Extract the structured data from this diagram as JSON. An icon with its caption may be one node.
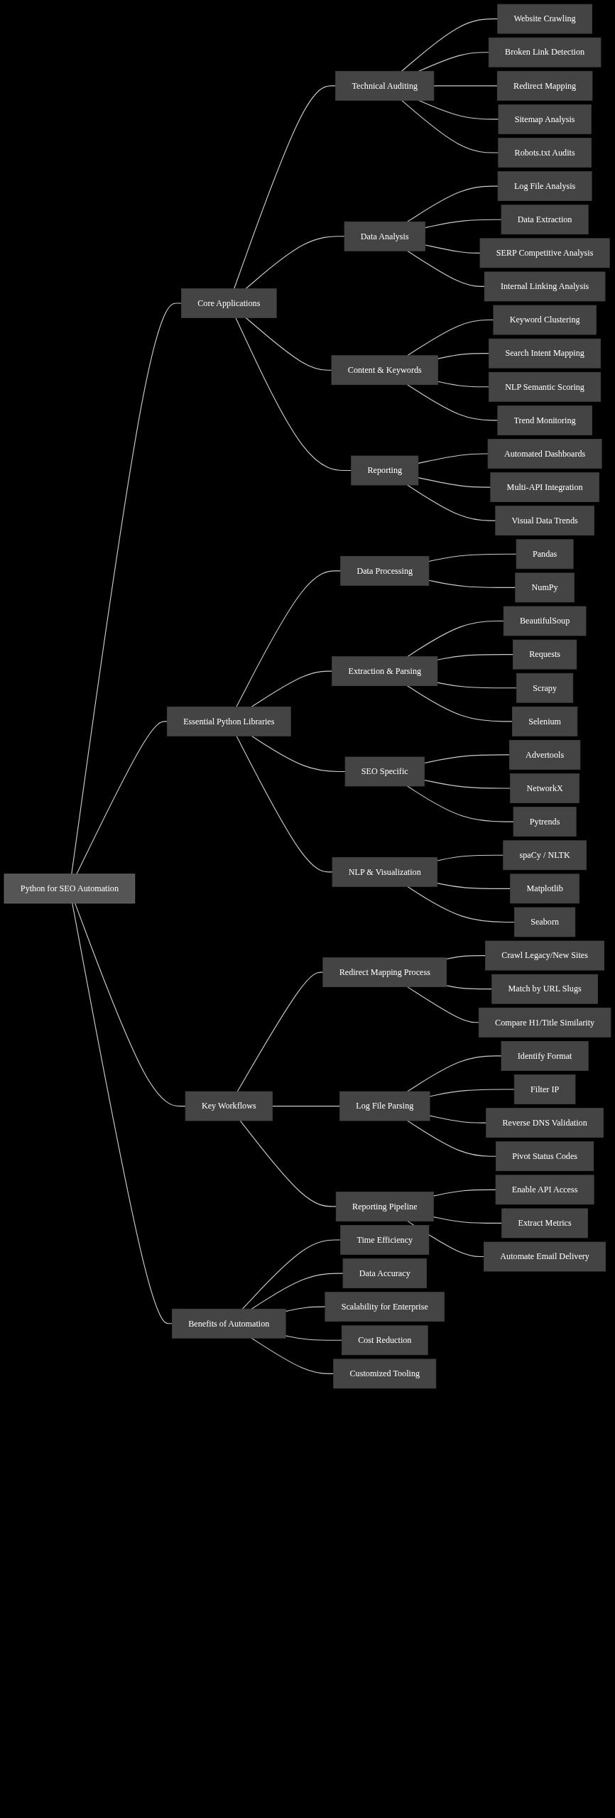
{
  "diagram": {
    "nodes": [
      {
        "text": [
          "Python for SEO Automation"
        ]
      },
      {
        "text": [
          "Core Applications"
        ]
      },
      {
        "text": [
          "Technical Auditing"
        ]
      },
      {
        "text": [
          "Website Crawling"
        ]
      },
      {
        "text": [
          "Broken Link Detection"
        ]
      },
      {
        "text": [
          "Redirect Mapping"
        ]
      },
      {
        "text": [
          "Sitemap Analysis"
        ]
      },
      {
        "text": [
          "Robots.txt Audits"
        ]
      },
      {
        "text": [
          "Data Analysis"
        ]
      },
      {
        "text": [
          "Log File Analysis"
        ]
      },
      {
        "text": [
          "Data Extraction"
        ]
      },
      {
        "text": [
          "SERP Competitive Analysis"
        ]
      },
      {
        "text": [
          "Internal Linking Analysis"
        ]
      },
      {
        "text": [
          "Content & Keywords"
        ]
      },
      {
        "text": [
          "Keyword Clustering"
        ]
      },
      {
        "text": [
          "Search Intent Mapping"
        ]
      },
      {
        "text": [
          "NLP Semantic Scoring"
        ]
      },
      {
        "text": [
          "Trend Monitoring"
        ]
      },
      {
        "text": [
          "Reporting"
        ]
      },
      {
        "text": [
          "Automated Dashboards"
        ]
      },
      {
        "text": [
          "Multi-API Integration"
        ]
      },
      {
        "text": [
          "Visual Data Trends"
        ]
      },
      {
        "text": [
          "Essential Python Libraries"
        ]
      },
      {
        "text": [
          "Data Processing"
        ]
      },
      {
        "text": [
          "Pandas"
        ]
      },
      {
        "text": [
          "NumPy"
        ]
      },
      {
        "text": [
          "Extraction & Parsing"
        ]
      },
      {
        "text": [
          "BeautifulSoup"
        ]
      },
      {
        "text": [
          "Requests"
        ]
      },
      {
        "text": [
          "Scrapy"
        ]
      },
      {
        "text": [
          "Selenium"
        ]
      },
      {
        "text": [
          "SEO Specific"
        ]
      },
      {
        "text": [
          "Advertools"
        ]
      },
      {
        "text": [
          "NetworkX"
        ]
      },
      {
        "text": [
          "Pytrends"
        ]
      },
      {
        "text": [
          "NLP & Visualization"
        ]
      },
      {
        "text": [
          "spaCy / NLTK"
        ]
      },
      {
        "text": [
          "Matplotlib"
        ]
      },
      {
        "text": [
          "Seaborn"
        ]
      },
      {
        "text": [
          "Key Workflows"
        ]
      },
      {
        "text": [
          "Redirect Mapping Process"
        ]
      },
      {
        "text": [
          "Crawl Legacy/New Sites"
        ]
      },
      {
        "text": [
          "Match by URL Slugs"
        ]
      },
      {
        "text": [
          "Compare H1/Title Similarity"
        ]
      },
      {
        "text": [
          "Log File Parsing"
        ]
      },
      {
        "text": [
          "Identify Format"
        ]
      },
      {
        "text": [
          "Filter IP"
        ]
      },
      {
        "text": [
          "Reverse DNS Validation"
        ]
      },
      {
        "text": [
          "Pivot Status Codes"
        ]
      },
      {
        "text": [
          "Reporting Pipeline"
        ]
      },
      {
        "text": [
          "Enable API Access"
        ]
      },
      {
        "text": [
          "Extract Metrics"
        ]
      },
      {
        "text": [
          "Automate Email Delivery"
        ]
      },
      {
        "text": [
          "Benefits of Automation"
        ]
      },
      {
        "text": [
          "Time Efficiency"
        ]
      },
      {
        "text": [
          "Data Accuracy"
        ]
      },
      {
        "text": [
          "Scalability for Enterprise"
        ]
      },
      {
        "text": [
          "Cost Reduction"
        ]
      },
      {
        "text": [
          "Customized Tooling"
        ]
      }
    ],
    "edges": [
      {
        "from": 0,
        "to": 1,
        "arrow": "none"
      },
      {
        "from": 1,
        "to": 2,
        "arrow": "none"
      },
      {
        "from": 2,
        "to": 3,
        "arrow": "none"
      },
      {
        "from": 2,
        "to": 4,
        "arrow": "none"
      },
      {
        "from": 2,
        "to": 5,
        "arrow": "none"
      },
      {
        "from": 2,
        "to": 6,
        "arrow": "none"
      },
      {
        "from": 2,
        "to": 7,
        "arrow": "none"
      },
      {
        "from": 1,
        "to": 8,
        "arrow": "none"
      },
      {
        "from": 8,
        "to": 9,
        "arrow": "none"
      },
      {
        "from": 8,
        "to": 10,
        "arrow": "none"
      },
      {
        "from": 8,
        "to": 11,
        "arrow": "none"
      },
      {
        "from": 8,
        "to": 12,
        "arrow": "none"
      },
      {
        "from": 1,
        "to": 13,
        "arrow": "none"
      },
      {
        "from": 13,
        "to": 14,
        "arrow": "none"
      },
      {
        "from": 13,
        "to": 15,
        "arrow": "none"
      },
      {
        "from": 13,
        "to": 16,
        "arrow": "none"
      },
      {
        "from": 13,
        "to": 17,
        "arrow": "none"
      },
      {
        "from": 1,
        "to": 18,
        "arrow": "none"
      },
      {
        "from": 18,
        "to": 19,
        "arrow": "none"
      },
      {
        "from": 18,
        "to": 20,
        "arrow": "none"
      },
      {
        "from": 18,
        "to": 21,
        "arrow": "none"
      },
      {
        "from": 0,
        "to": 22,
        "arrow": "none"
      },
      {
        "from": 22,
        "to": 23,
        "arrow": "none"
      },
      {
        "from": 23,
        "to": 24,
        "arrow": "none"
      },
      {
        "from": 23,
        "to": 25,
        "arrow": "none"
      },
      {
        "from": 22,
        "to": 26,
        "arrow": "none"
      },
      {
        "from": 26,
        "to": 27,
        "arrow": "none"
      },
      {
        "from": 26,
        "to": 28,
        "arrow": "none"
      },
      {
        "from": 26,
        "to": 29,
        "arrow": "none"
      },
      {
        "from": 26,
        "to": 30,
        "arrow": "none"
      },
      {
        "from": 22,
        "to": 31,
        "arrow": "none"
      },
      {
        "from": 31,
        "to": 32,
        "arrow": "none"
      },
      {
        "from": 31,
        "to": 33,
        "arrow": "none"
      },
      {
        "from": 31,
        "to": 34,
        "arrow": "none"
      },
      {
        "from": 22,
        "to": 35,
        "arrow": "none"
      },
      {
        "from": 35,
        "to": 36,
        "arrow": "none"
      },
      {
        "from": 35,
        "to": 37,
        "arrow": "none"
      },
      {
        "from": 35,
        "to": 38,
        "arrow": "none"
      },
      {
        "from": 0,
        "to": 39,
        "arrow": "none"
      },
      {
        "from": 39,
        "to": 40,
        "arrow": "none"
      },
      {
        "from": 40,
        "to": 41,
        "arrow": "none"
      },
      {
        "from": 40,
        "to": 42,
        "arrow": "none"
      },
      {
        "from": 40,
        "to": 43,
        "arrow": "none"
      },
      {
        "from": 39,
        "to": 44,
        "arrow": "none"
      },
      {
        "from": 44,
        "to": 45,
        "arrow": "none"
      },
      {
        "from": 44,
        "to": 46,
        "arrow": "none"
      },
      {
        "from": 44,
        "to": 47,
        "arrow": "none"
      },
      {
        "from": 44,
        "to": 48,
        "arrow": "none"
      },
      {
        "from": 39,
        "to": 49,
        "arrow": "none"
      },
      {
        "from": 49,
        "to": 50,
        "arrow": "none"
      },
      {
        "from": 49,
        "to": 51,
        "arrow": "none"
      },
      {
        "from": 49,
        "to": 52,
        "arrow": "none"
      },
      {
        "from": 0,
        "to": 53,
        "arrow": "none"
      },
      {
        "from": 53,
        "to": 54,
        "arrow": "none"
      },
      {
        "from": 53,
        "to": 55,
        "arrow": "none"
      },
      {
        "from": 53,
        "to": 56,
        "arrow": "none"
      },
      {
        "from": 53,
        "to": 57,
        "arrow": "none"
      },
      {
        "from": 53,
        "to": 58,
        "arrow": "none"
      }
    ]
  }
}
